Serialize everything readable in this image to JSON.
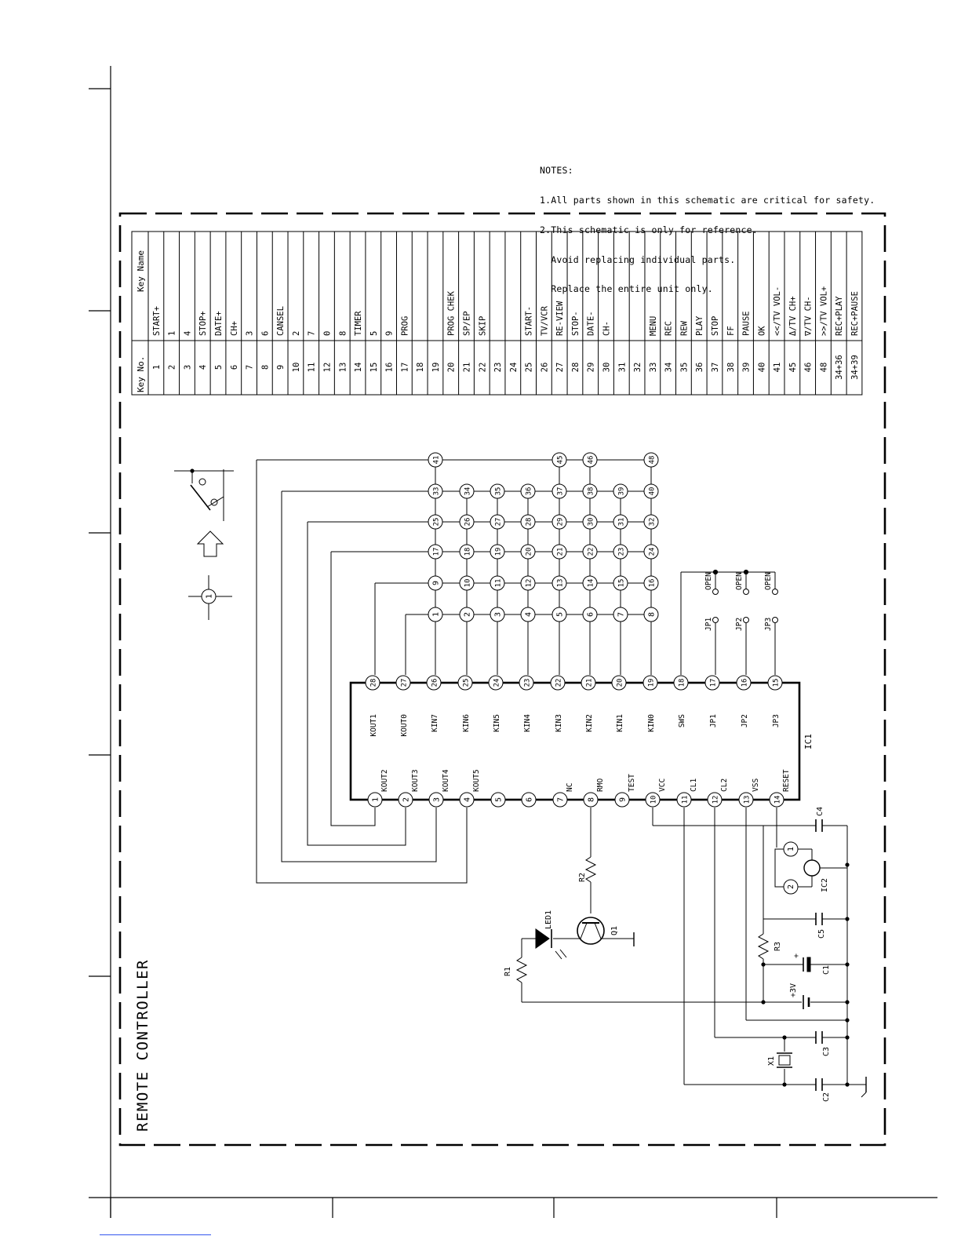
{
  "notes": {
    "heading": "NOTES:",
    "line1": "1.All parts shown in this schematic are critical for safety.",
    "line2": "2.This schematic is only for reference.",
    "line3": "  Avoid replacing individual parts.",
    "line4": "  Replace the entire unit only."
  },
  "diagram_title": "REMOTE CONTROLLER",
  "key_table": {
    "col_no_header": "Key No.",
    "col_name_header": "Key Name",
    "rows": [
      {
        "no": "1",
        "name": "START+"
      },
      {
        "no": "2",
        "name": "1"
      },
      {
        "no": "3",
        "name": "4"
      },
      {
        "no": "4",
        "name": "STOP+"
      },
      {
        "no": "5",
        "name": "DATE+"
      },
      {
        "no": "6",
        "name": "CH+"
      },
      {
        "no": "7",
        "name": "3"
      },
      {
        "no": "8",
        "name": "6"
      },
      {
        "no": "9",
        "name": "CANSEL"
      },
      {
        "no": "10",
        "name": "2"
      },
      {
        "no": "11",
        "name": "7"
      },
      {
        "no": "12",
        "name": "0"
      },
      {
        "no": "13",
        "name": "8"
      },
      {
        "no": "14",
        "name": "TIMER"
      },
      {
        "no": "15",
        "name": "5"
      },
      {
        "no": "16",
        "name": "9"
      },
      {
        "no": "17",
        "name": "PROG"
      },
      {
        "no": "18",
        "name": ""
      },
      {
        "no": "19",
        "name": ""
      },
      {
        "no": "20",
        "name": "PROG CHEK"
      },
      {
        "no": "21",
        "name": "SP/EP"
      },
      {
        "no": "22",
        "name": "SKIP"
      },
      {
        "no": "23",
        "name": ""
      },
      {
        "no": "24",
        "name": ""
      },
      {
        "no": "25",
        "name": "START-"
      },
      {
        "no": "26",
        "name": "TV/VCR"
      },
      {
        "no": "27",
        "name": "RE-VIEW"
      },
      {
        "no": "28",
        "name": "STOP-"
      },
      {
        "no": "29",
        "name": "DATE-"
      },
      {
        "no": "30",
        "name": "CH-"
      },
      {
        "no": "31",
        "name": ""
      },
      {
        "no": "32",
        "name": ""
      },
      {
        "no": "33",
        "name": "MENU"
      },
      {
        "no": "34",
        "name": "REC"
      },
      {
        "no": "35",
        "name": "REW"
      },
      {
        "no": "36",
        "name": "PLAY"
      },
      {
        "no": "37",
        "name": "STOP"
      },
      {
        "no": "38",
        "name": "FF"
      },
      {
        "no": "39",
        "name": "PAUSE"
      },
      {
        "no": "40",
        "name": "OK"
      },
      {
        "no": "41",
        "name": "<</TV VOL-"
      },
      {
        "no": "45",
        "name": "Δ/TV CH+"
      },
      {
        "no": "46",
        "name": "∇/TV CH-"
      },
      {
        "no": "48",
        "name": ">>/TV VOL+"
      },
      {
        "no": "34+36",
        "name": "REC+PLAY"
      },
      {
        "no": "34+39",
        "name": "REC+PAUSE"
      }
    ]
  },
  "legend": {
    "legend_key_number": "1"
  },
  "matrix": {
    "rows": [
      {
        "cells": [
          "41",
          "",
          "",
          "",
          "45",
          "46",
          "",
          "48"
        ]
      },
      {
        "cells": [
          "33",
          "34",
          "35",
          "36",
          "37",
          "38",
          "39",
          "40"
        ]
      },
      {
        "cells": [
          "25",
          "26",
          "27",
          "28",
          "29",
          "30",
          "31",
          "32"
        ]
      },
      {
        "cells": [
          "17",
          "18",
          "19",
          "20",
          "21",
          "22",
          "23",
          "24"
        ]
      },
      {
        "cells": [
          "9",
          "10",
          "11",
          "12",
          "13",
          "14",
          "15",
          "16"
        ]
      },
      {
        "cells": [
          "1",
          "2",
          "3",
          "4",
          "5",
          "6",
          "7",
          "8"
        ]
      }
    ]
  },
  "jumpers": {
    "open_labels": [
      "OPEN",
      "OPEN",
      "OPEN"
    ],
    "jp_labels": [
      "JP1",
      "JP2",
      "JP3"
    ]
  },
  "ic1": {
    "ref": "IC1",
    "top_pins": [
      {
        "num": "28",
        "label": "KOUT1"
      },
      {
        "num": "27",
        "label": "KOUT0"
      },
      {
        "num": "26",
        "label": "KIN7"
      },
      {
        "num": "25",
        "label": "KIN6"
      },
      {
        "num": "24",
        "label": "KIN5"
      },
      {
        "num": "23",
        "label": "KIN4"
      },
      {
        "num": "22",
        "label": "KIN3"
      },
      {
        "num": "21",
        "label": "KIN2"
      },
      {
        "num": "20",
        "label": "KIN1"
      },
      {
        "num": "19",
        "label": "KIN0"
      },
      {
        "num": "18",
        "label": "SWS"
      },
      {
        "num": "17",
        "label": "JP1"
      },
      {
        "num": "16",
        "label": "JP2"
      },
      {
        "num": "15",
        "label": "JP3"
      }
    ],
    "bottom_pins": [
      {
        "num": "1",
        "label": "KOUT2"
      },
      {
        "num": "2",
        "label": "KOUT3"
      },
      {
        "num": "3",
        "label": "KOUT4"
      },
      {
        "num": "4",
        "label": "KOUT5"
      },
      {
        "num": "5",
        "label": ""
      },
      {
        "num": "6",
        "label": ""
      },
      {
        "num": "7",
        "label": "NC"
      },
      {
        "num": "8",
        "label": "RMO"
      },
      {
        "num": "9",
        "label": "TEST"
      },
      {
        "num": "10",
        "label": "VCC"
      },
      {
        "num": "11",
        "label": "CL1"
      },
      {
        "num": "12",
        "label": "CL2"
      },
      {
        "num": "13",
        "label": "VSS"
      },
      {
        "num": "14",
        "label": "RESET"
      }
    ]
  },
  "components": {
    "r1": "R1",
    "r2": "R2",
    "r3": "R3",
    "led1": "LED1",
    "q1": "Q1",
    "ic2": "IC2",
    "ic2_pin1": "1",
    "ic2_pin2": "2",
    "c1": "C1",
    "c2": "C2",
    "c3": "C3",
    "c4": "C4",
    "c5": "C5",
    "x1": "X1",
    "battery": "+3V",
    "c1_plus": "+"
  }
}
